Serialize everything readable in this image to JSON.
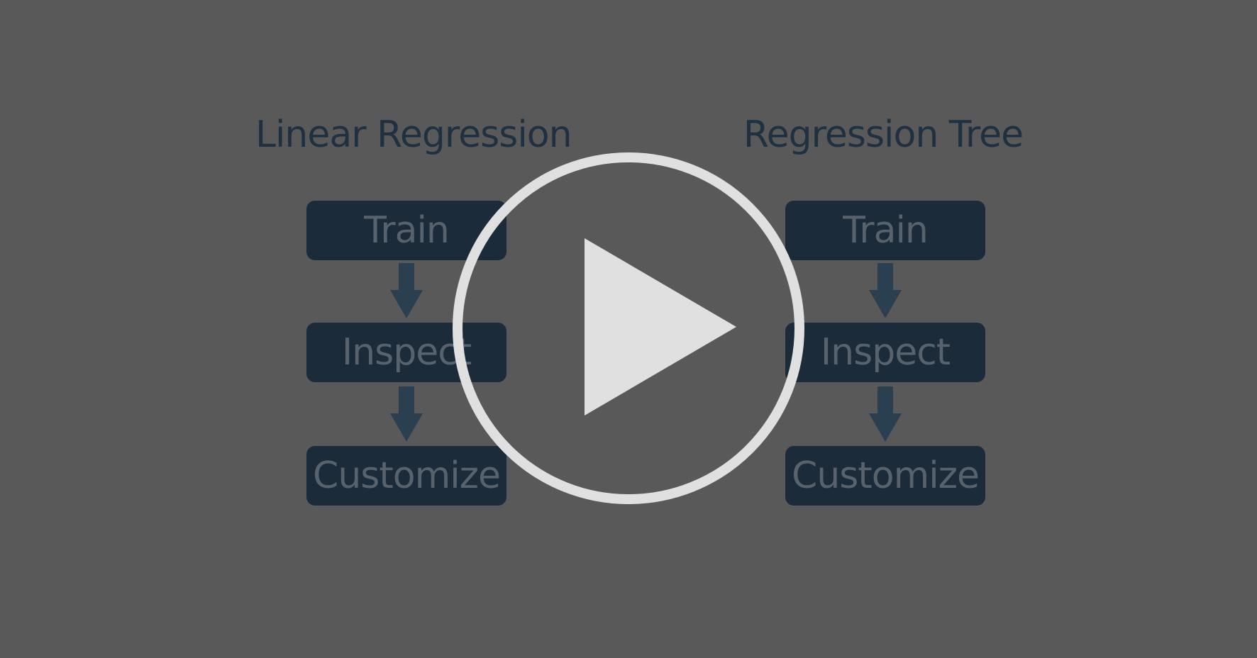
{
  "diagram": {
    "left": {
      "title": "Linear Regression",
      "steps": [
        "Train",
        "Inspect",
        "Customize"
      ]
    },
    "right": {
      "title": "Regression Tree",
      "steps": [
        "Train",
        "Inspect",
        "Customize"
      ]
    }
  },
  "player": {
    "play_icon": "play-icon"
  },
  "colors": {
    "overlay_background": "#595959",
    "box_fill": "#1b2b3a",
    "arrow_fill": "#2a3f4f",
    "title_text": "#1f3140",
    "play_icon": "#e0e0e0"
  }
}
